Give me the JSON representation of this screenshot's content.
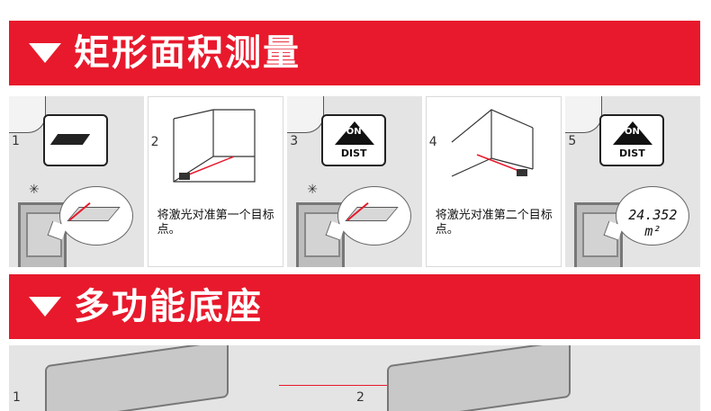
{
  "banners": {
    "area": "矩形面积测量",
    "base": "多功能底座"
  },
  "steps": [
    {
      "number": "1",
      "icon": "area-key-icon"
    },
    {
      "number": "2",
      "caption": "将激光对准第一个目标点。"
    },
    {
      "number": "3",
      "key_top": "ON",
      "key_bottom": "DIST"
    },
    {
      "number": "4",
      "caption": "将激光对准第二个目标点。"
    },
    {
      "number": "5",
      "key_top": "ON",
      "key_bottom": "DIST",
      "reading": "24.352 m²"
    }
  ],
  "bottom_steps": [
    "1",
    "2"
  ],
  "colors": {
    "accent": "#e8192c",
    "panel": "#e4e4e4"
  }
}
